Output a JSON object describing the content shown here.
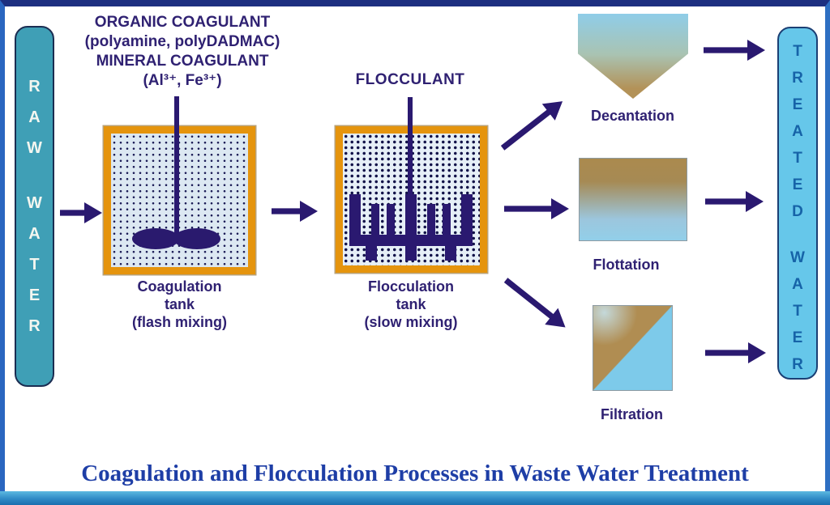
{
  "title": "Coagulation and Flocculation Processes in Waste Water Treatment",
  "raw_water": {
    "word1": "RAW",
    "word2": "WATER"
  },
  "treated_water": {
    "word1": "TREATED",
    "word2": "WATER"
  },
  "coagulant": {
    "line1": "ORGANIC COAGULANT",
    "line2": "(polyamine, polyDADMAC)",
    "line3": "MINERAL COAGULANT",
    "line4": "(Al³⁺, Fe³⁺)"
  },
  "flocculant": {
    "label": "FLOCCULANT"
  },
  "coagulation_tank": {
    "line1": "Coagulation",
    "line2": "tank",
    "line3": "(flash mixing)"
  },
  "flocculation_tank": {
    "line1": "Flocculation",
    "line2": "tank",
    "line3": "(slow mixing)"
  },
  "processes": {
    "decantation": {
      "label": "Decantation"
    },
    "flottation": {
      "label": "Flottation"
    },
    "filtration": {
      "label": "Filtration"
    }
  },
  "colors": {
    "tank_border_orange": "#e5940d",
    "arrow_navy": "#2a1970",
    "label_purple": "#2f2172",
    "title_blue": "#1e3ea6",
    "raw_box_teal": "#3f9fb6",
    "treated_box_blue": "#66c7ea",
    "sludge_tan": "#b08d52",
    "clear_water_blue": "#7dcaea",
    "frame_border_blue": "#2a66c0",
    "bottom_bar_blue": "#2f8ac6"
  }
}
